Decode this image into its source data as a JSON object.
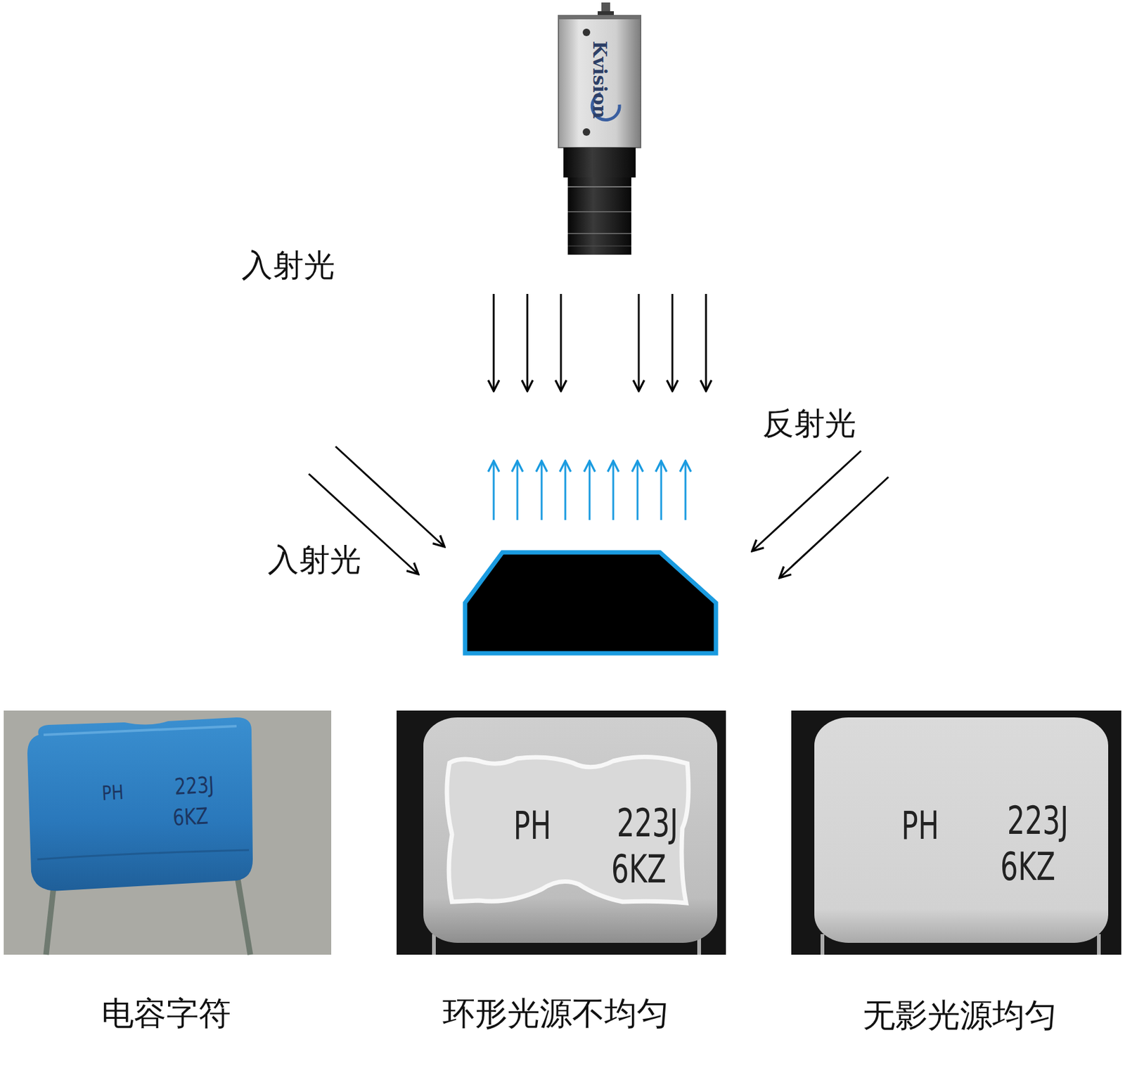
{
  "diagram": {
    "labels": [
      "入射光",
      "Kvision",
      "反射光",
      "入射光",
      "PH",
      "223J",
      "6KZ",
      "PH",
      "223J",
      "6KZ",
      "PH",
      "223J",
      "6KZ",
      "电容字符",
      "环形光源不均匀",
      "无影光源均匀"
    ]
  }
}
